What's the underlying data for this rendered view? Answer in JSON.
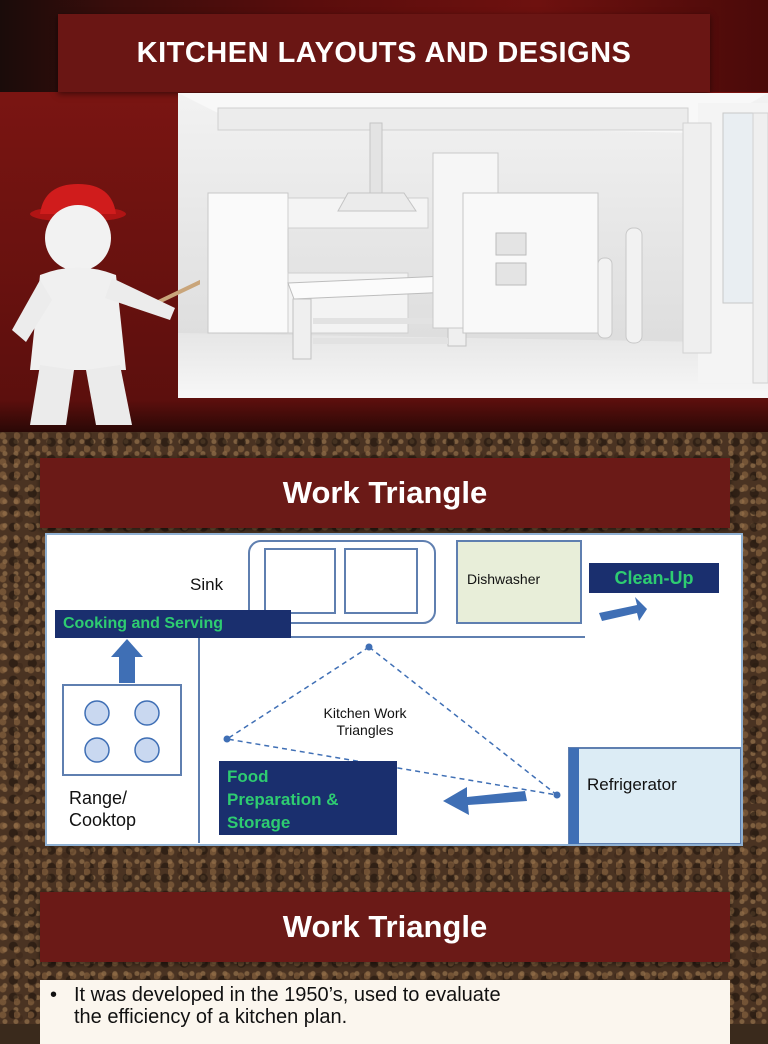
{
  "slide1": {
    "title": "KITCHEN LAYOUTS AND DESIGNS"
  },
  "slide2": {
    "title": "Work Triangle",
    "diagram": {
      "sink": "Sink",
      "dishwasher": "Dishwasher",
      "cleanup": "Clean-Up",
      "cooking": "Cooking and Serving",
      "triangle_line1": "Kitchen Work",
      "triangle_line2": "Triangles",
      "range_line1": "Range/",
      "range_line2": "Cooktop",
      "food_line1": "Food",
      "food_line2": "Preparation &",
      "food_line3": "Storage",
      "refrigerator": "Refrigerator"
    },
    "colors": {
      "tag_bg": "#1a2f6e",
      "tag_text": "#2ecc71",
      "arrow": "#3f6fb5"
    }
  },
  "slide3": {
    "title": "Work Triangle",
    "bullet_line1": "It was developed in the 1950’s, used to evaluate",
    "bullet_line2": "the efficiency of a kitchen plan."
  }
}
